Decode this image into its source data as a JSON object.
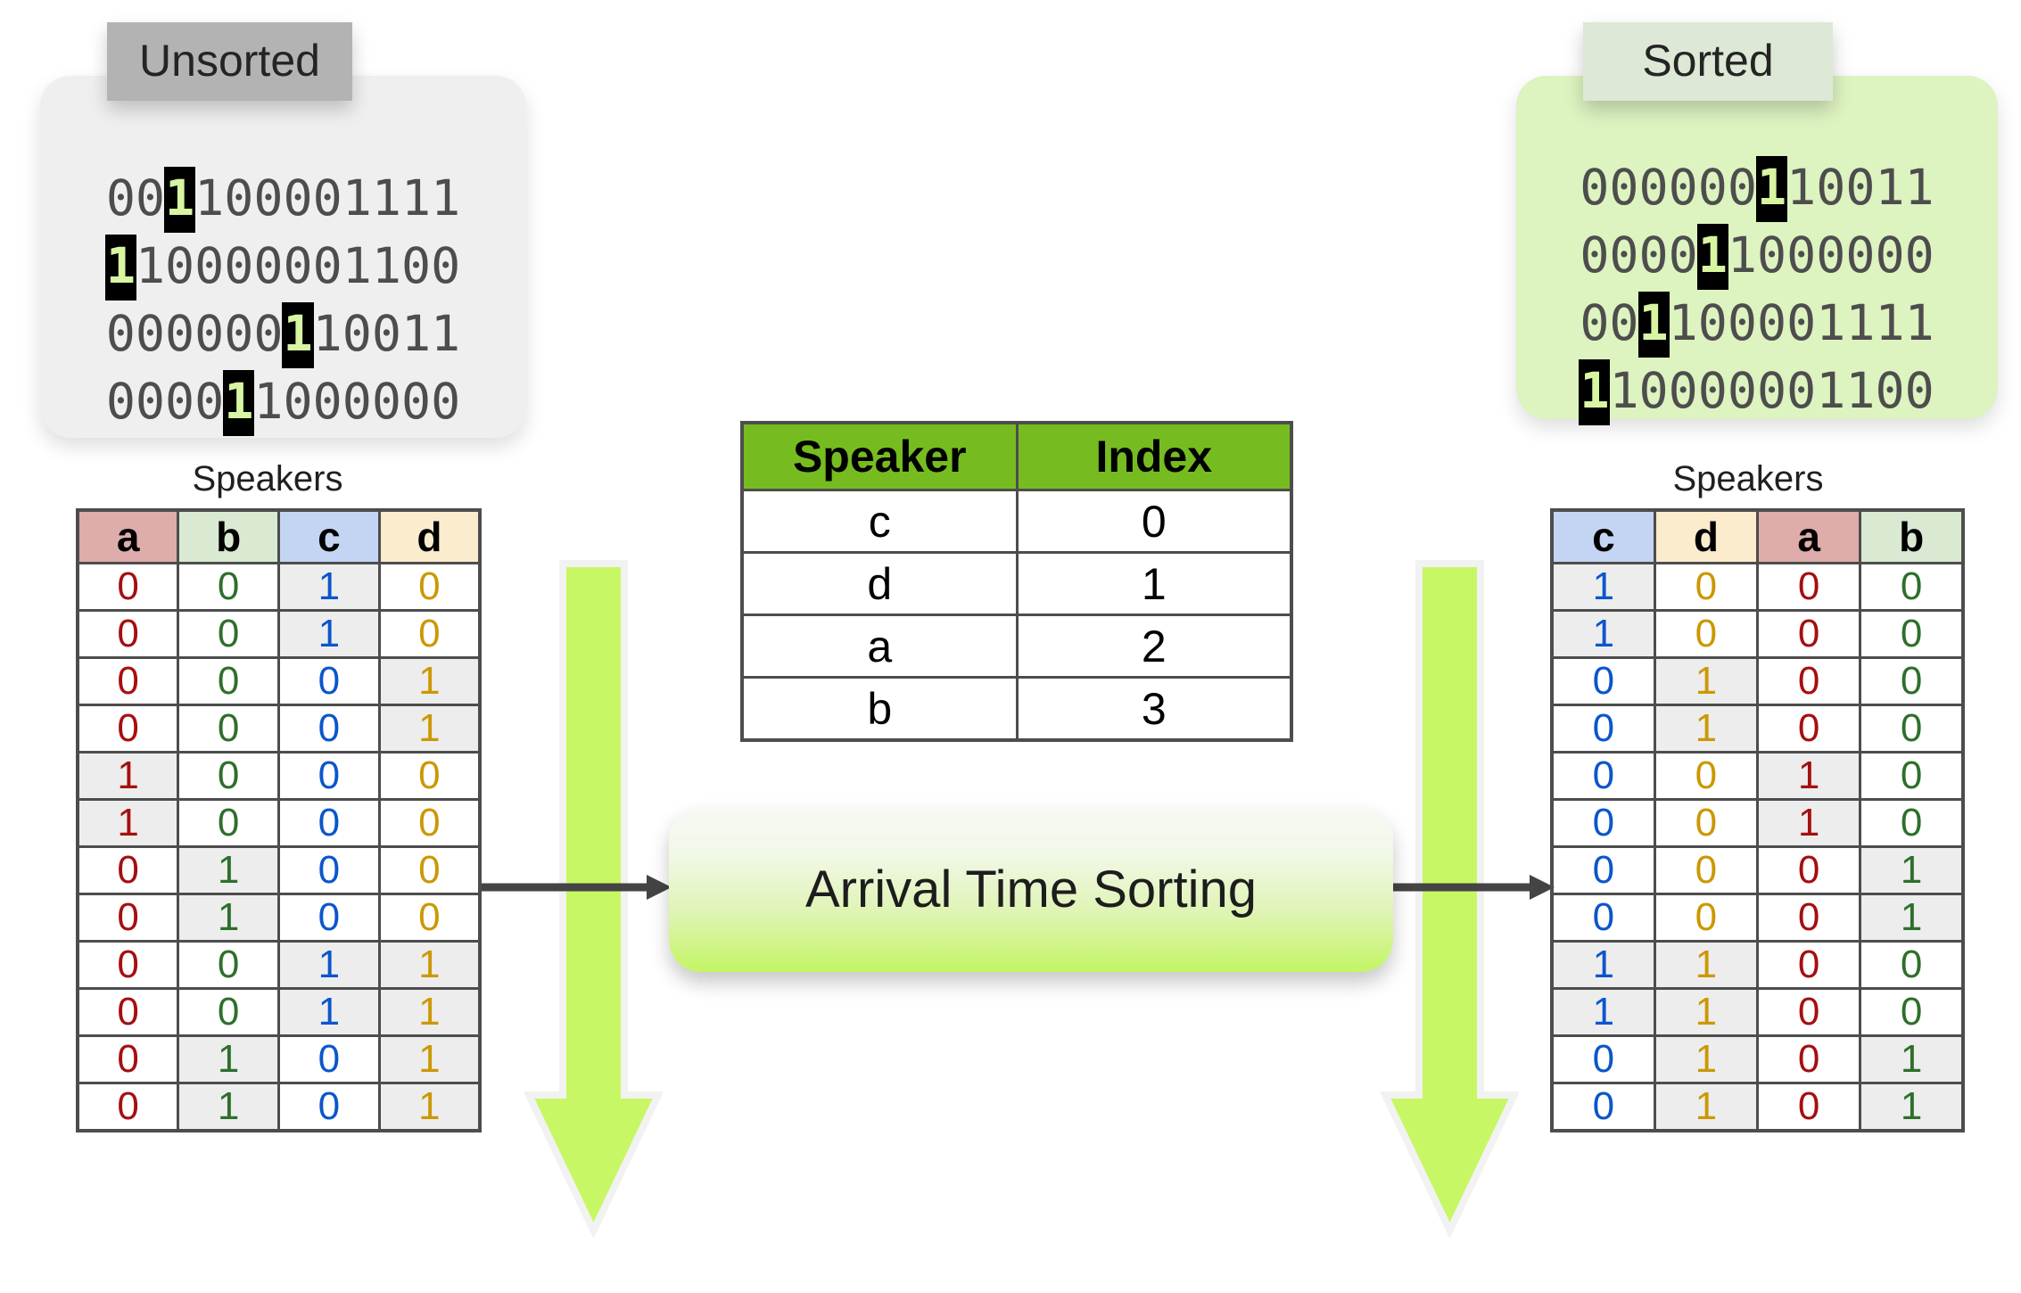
{
  "panels": {
    "unsorted": {
      "title": "Unsorted",
      "rows": [
        {
          "pre": "00",
          "hit": "1",
          "post": "100001111"
        },
        {
          "pre": "",
          "hit": "1",
          "post": "10000001100"
        },
        {
          "pre": "000000",
          "hit": "1",
          "post": "10011"
        },
        {
          "pre": "0000",
          "hit": "1",
          "post": "1000000"
        }
      ],
      "full_strings": [
        "001100001111",
        "110000001100",
        "000000110011",
        "000011000000"
      ]
    },
    "sorted": {
      "title": "Sorted",
      "rows": [
        {
          "pre": "000000",
          "hit": "1",
          "post": "10011"
        },
        {
          "pre": "0000",
          "hit": "1",
          "post": "1000000"
        },
        {
          "pre": "00",
          "hit": "1",
          "post": "100001111"
        },
        {
          "pre": "",
          "hit": "1",
          "post": "10000001100"
        }
      ],
      "full_strings": [
        "000000110011",
        "000011000000",
        "001100001111",
        "110000001100"
      ]
    }
  },
  "left_table": {
    "caption": "Speakers",
    "headers": [
      "a",
      "b",
      "c",
      "d"
    ],
    "columns": {
      "a": [
        0,
        0,
        0,
        0,
        1,
        1,
        0,
        0,
        0,
        0,
        0,
        0
      ],
      "b": [
        0,
        0,
        0,
        0,
        0,
        0,
        1,
        1,
        0,
        0,
        1,
        1
      ],
      "c": [
        1,
        1,
        0,
        0,
        0,
        0,
        0,
        0,
        1,
        1,
        0,
        0
      ],
      "d": [
        0,
        0,
        1,
        1,
        0,
        0,
        0,
        0,
        1,
        1,
        1,
        1
      ]
    },
    "rows": [
      [
        0,
        0,
        1,
        0
      ],
      [
        0,
        0,
        1,
        0
      ],
      [
        0,
        0,
        0,
        1
      ],
      [
        0,
        0,
        0,
        1
      ],
      [
        1,
        0,
        0,
        0
      ],
      [
        1,
        0,
        0,
        0
      ],
      [
        0,
        1,
        0,
        0
      ],
      [
        0,
        1,
        0,
        0
      ],
      [
        0,
        0,
        1,
        1
      ],
      [
        0,
        0,
        1,
        1
      ],
      [
        0,
        1,
        0,
        1
      ],
      [
        0,
        1,
        0,
        1
      ]
    ]
  },
  "right_table": {
    "caption": "Speakers",
    "headers": [
      "c",
      "d",
      "a",
      "b"
    ],
    "columns": {
      "c": [
        1,
        1,
        0,
        0,
        0,
        0,
        0,
        0,
        1,
        1,
        0,
        0
      ],
      "d": [
        0,
        0,
        1,
        1,
        0,
        0,
        0,
        0,
        1,
        1,
        1,
        1
      ],
      "a": [
        0,
        0,
        0,
        0,
        1,
        1,
        0,
        0,
        0,
        0,
        0,
        0
      ],
      "b": [
        0,
        0,
        0,
        0,
        0,
        0,
        1,
        1,
        0,
        0,
        1,
        1
      ]
    },
    "rows": [
      [
        1,
        0,
        0,
        0
      ],
      [
        1,
        0,
        0,
        0
      ],
      [
        0,
        1,
        0,
        0
      ],
      [
        0,
        1,
        0,
        0
      ],
      [
        0,
        0,
        1,
        0
      ],
      [
        0,
        0,
        1,
        0
      ],
      [
        0,
        0,
        0,
        1
      ],
      [
        0,
        0,
        0,
        1
      ],
      [
        1,
        1,
        0,
        0
      ],
      [
        1,
        1,
        0,
        0
      ],
      [
        0,
        1,
        0,
        1
      ],
      [
        0,
        1,
        0,
        1
      ]
    ]
  },
  "map_table": {
    "headers": [
      "Speaker",
      "Index"
    ],
    "rows": [
      {
        "speaker": "c",
        "index": "0"
      },
      {
        "speaker": "d",
        "index": "1"
      },
      {
        "speaker": "a",
        "index": "2"
      },
      {
        "speaker": "b",
        "index": "3"
      }
    ]
  },
  "process": {
    "label": "Arrival Time Sorting"
  },
  "colors": {
    "speaker_a_header": "#ddacab",
    "speaker_b_header": "#d9e9d2",
    "speaker_c_header": "#c3d5f2",
    "speaker_d_header": "#faeccc",
    "speaker_a_text": "#a50f10",
    "speaker_b_text": "#2e6f2b",
    "speaker_c_text": "#0b56cb",
    "speaker_d_text": "#cb9804",
    "map_header": "#76bc21",
    "arrow_green": "#c8f765",
    "highlight_bg": "#000000",
    "highlight_fg": "#d8f5a2",
    "one_cell_bg": "#ededed"
  }
}
